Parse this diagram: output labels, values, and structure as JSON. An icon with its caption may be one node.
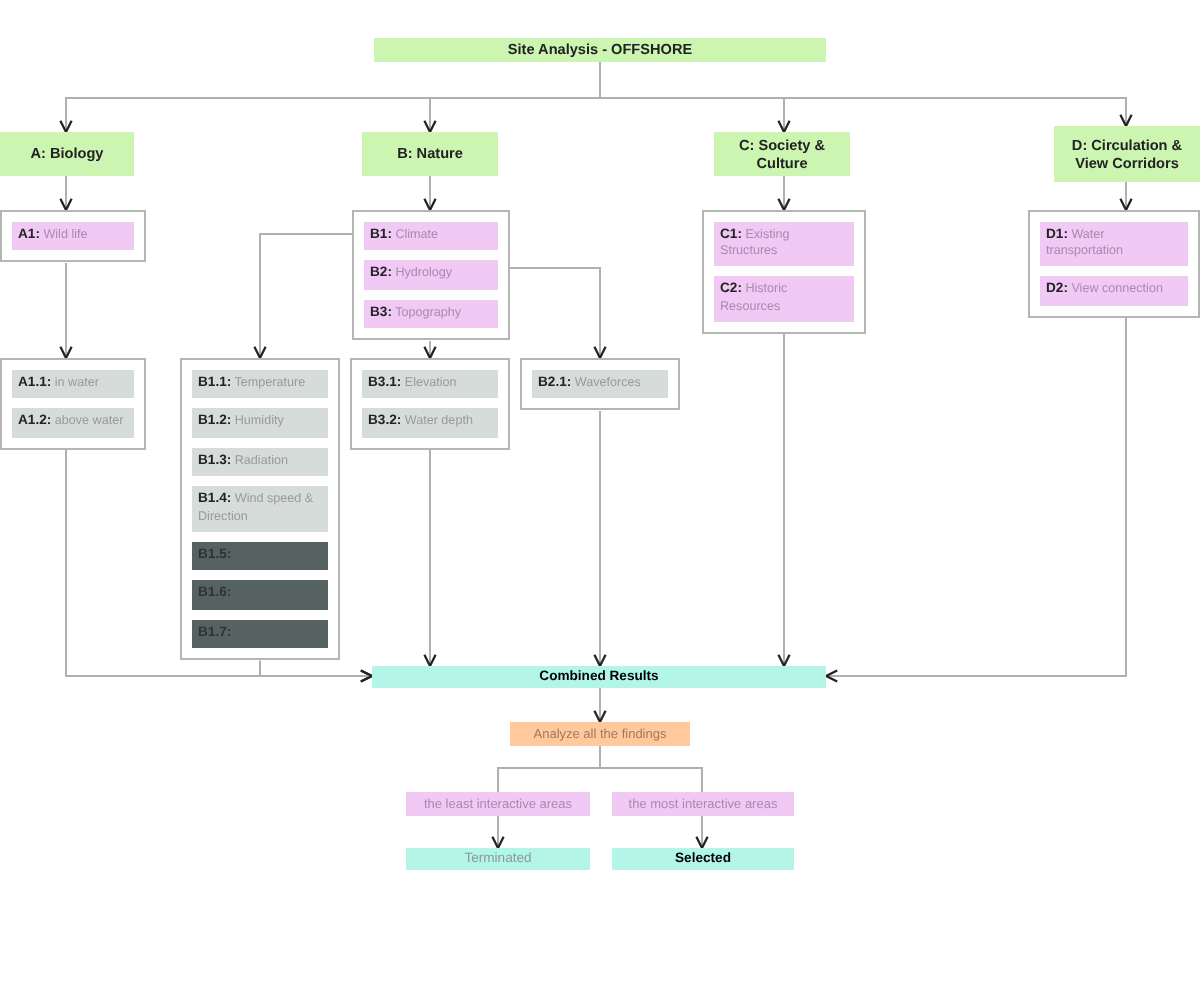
{
  "diagram": {
    "nodes": [
      {
        "text": [
          "Site Analysis - OFFSHORE"
        ]
      },
      {
        "text": [
          "A: Biology"
        ]
      },
      {
        "text": [
          "B: Nature"
        ]
      },
      {
        "text": [
          "C: Society & Culture"
        ]
      },
      {
        "text": [
          "D: Circulation & View Corridors"
        ]
      },
      {
        "text": [],
        "shape": "box"
      },
      {
        "text": [
          "**A1:** Wild life"
        ],
        "in": 5
      },
      {
        "text": [],
        "shape": "box"
      },
      {
        "text": [
          "**B1:** Climate"
        ],
        "in": 7
      },
      {
        "text": [
          "**B2:** Hydrology"
        ],
        "in": 7
      },
      {
        "text": [
          "**B3:** Topography"
        ],
        "in": 7
      },
      {
        "text": [],
        "shape": "box"
      },
      {
        "text": [
          "**C1:** Existing Structures"
        ],
        "in": 11
      },
      {
        "text": [
          "**C2:** Historic Resources"
        ],
        "in": 11
      },
      {
        "text": [],
        "shape": "box"
      },
      {
        "text": [
          "**D1:** Water transportation"
        ],
        "in": 14
      },
      {
        "text": [
          "**D2:** View connection"
        ],
        "in": 14
      },
      {
        "text": [],
        "shape": "box"
      },
      {
        "text": [
          "**A1.1:** in water"
        ],
        "in": 17
      },
      {
        "text": [
          "**A1.2:** above water"
        ],
        "in": 17
      },
      {
        "text": [],
        "shape": "box"
      },
      {
        "text": [
          "**B1.1:** Temperature"
        ],
        "in": 20
      },
      {
        "text": [
          "**B1.2:** Humidity"
        ],
        "in": 20
      },
      {
        "text": [
          "**B1.3:** Radiation"
        ],
        "in": 20
      },
      {
        "text": [
          "**B1.4:** Wind speed & Direction"
        ],
        "in": 20
      },
      {
        "text": [
          "**B1.5:**"
        ],
        "in": 20
      },
      {
        "text": [
          "**B1.6:**"
        ],
        "in": 20
      },
      {
        "text": [
          "**B1.7:**"
        ],
        "in": 20
      },
      {
        "text": [],
        "shape": "box"
      },
      {
        "text": [
          "**B3.1:** Elevation"
        ],
        "in": 28
      },
      {
        "text": [
          "**B3.2:** Water depth"
        ],
        "in": 28
      },
      {
        "text": [],
        "shape": "box"
      },
      {
        "text": [
          "**B2.1:** Waveforces"
        ],
        "in": 31
      },
      {
        "text": [
          "Combined Results"
        ]
      },
      {
        "text": [
          "Analyze all the findings"
        ]
      },
      {
        "text": [
          "the least interactive areas"
        ]
      },
      {
        "text": [
          "the most interactive areas"
        ]
      },
      {
        "text": [
          "Terminated"
        ]
      },
      {
        "text": [
          "Selected"
        ]
      }
    ],
    "edges": [
      {
        "from": 0,
        "to": 1,
        "arrow": "to"
      },
      {
        "from": 0,
        "to": 2,
        "arrow": "to"
      },
      {
        "from": 0,
        "to": 3,
        "arrow": "to"
      },
      {
        "from": 0,
        "to": 4,
        "arrow": "to"
      },
      {
        "from": 1,
        "to": 5,
        "arrow": "to"
      },
      {
        "from": 2,
        "to": 7,
        "arrow": "to"
      },
      {
        "from": 3,
        "to": 11,
        "arrow": "to"
      },
      {
        "from": 4,
        "to": 14,
        "arrow": "to"
      },
      {
        "from": 5,
        "to": 17,
        "arrow": "to"
      },
      {
        "from": 8,
        "to": 20,
        "arrow": "to"
      },
      {
        "from": 7,
        "to": 28,
        "arrow": "to"
      },
      {
        "from": 9,
        "to": 31,
        "arrow": "to"
      },
      {
        "from": 17,
        "to": 33,
        "arrow": "to"
      },
      {
        "from": 20,
        "to": 33,
        "arrow": "to"
      },
      {
        "from": 28,
        "to": 33,
        "arrow": "to"
      },
      {
        "from": 31,
        "to": 33,
        "arrow": "to"
      },
      {
        "from": 11,
        "to": 33,
        "arrow": "to"
      },
      {
        "from": 14,
        "to": 33,
        "arrow": "to"
      },
      {
        "from": 33,
        "to": 34,
        "arrow": "to"
      },
      {
        "from": 34,
        "to": 35,
        "arrow": "none"
      },
      {
        "from": 34,
        "to": 36,
        "arrow": "none"
      },
      {
        "from": 35,
        "to": 37,
        "arrow": "to"
      },
      {
        "from": 36,
        "to": 38,
        "arrow": "to"
      }
    ]
  }
}
